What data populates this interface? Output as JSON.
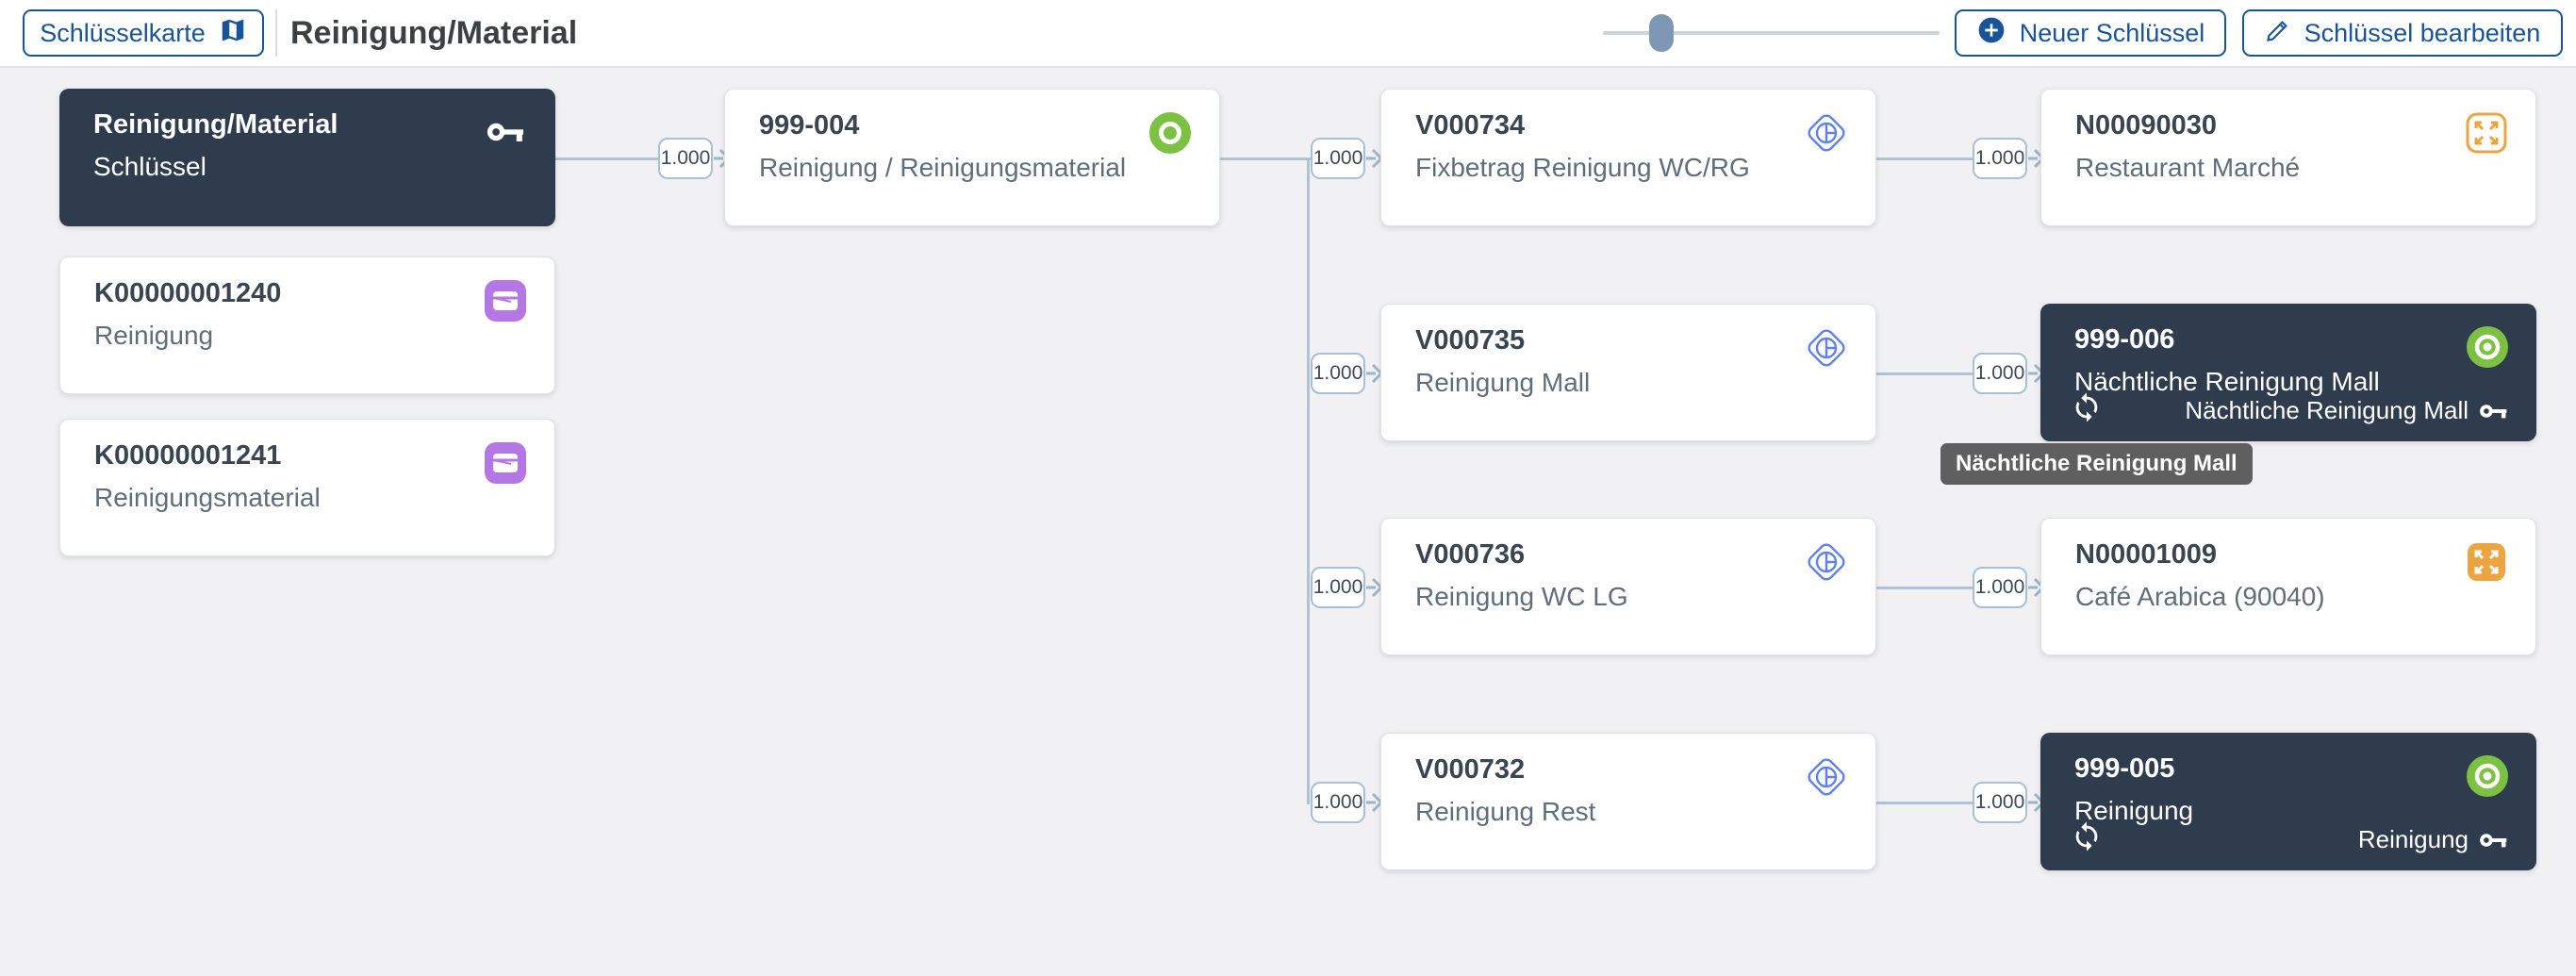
{
  "header": {
    "map_button": "Schlüsselkarte",
    "title": "Reinigung/Material",
    "new_key_button": "Neuer Schlüssel",
    "edit_key_button": "Schlüssel bearbeiten",
    "slider_value_hint": "zoom-slider"
  },
  "edge_label": "1.000",
  "tooltip": "Nächtliche Reinigung Mall",
  "colors": {
    "accent_blue": "#17549a",
    "dark_card": "#2e3c4e",
    "connector": "#b0c3d6",
    "green_target": "#7dc142",
    "purple_wallet": "#b577e6",
    "orange_expand": "#eba43f",
    "blue_distribution": "#6080ef",
    "tooltip_bg": "#5f5f5f",
    "canvas_bg": "#f1f1f3"
  },
  "icons": {
    "map": "map-icon",
    "add": "add-circle-icon",
    "edit": "edit-pencil-icon",
    "key": "key-icon",
    "sync": "sync-icon",
    "target": "target-icon",
    "wallet": "wallet-card-icon",
    "distribution": "distribution-diamond-icon",
    "expand": "expand-arrows-icon"
  },
  "nodes": [
    {
      "title": "Reinigung/Material",
      "subtitle": "Schlüssel",
      "style": "dark",
      "icon": "key"
    },
    {
      "title": "K00000001240",
      "subtitle": "Reinigung",
      "style": "light",
      "icon": "wallet"
    },
    {
      "title": "K00000001241",
      "subtitle": "Reinigungsmaterial",
      "style": "light",
      "icon": "wallet"
    },
    {
      "title": "999-004",
      "subtitle": "Reinigung / Reinigungsmaterial",
      "style": "light",
      "icon": "target"
    },
    {
      "title": "V000734",
      "subtitle": "Fixbetrag Reinigung WC/RG",
      "style": "light",
      "icon": "distribution"
    },
    {
      "title": "V000735",
      "subtitle": "Reinigung Mall",
      "style": "light",
      "icon": "distribution"
    },
    {
      "title": "V000736",
      "subtitle": "Reinigung WC LG",
      "style": "light",
      "icon": "distribution"
    },
    {
      "title": "V000732",
      "subtitle": "Reinigung Rest",
      "style": "light",
      "icon": "distribution"
    },
    {
      "title": "N00090030",
      "subtitle": "Restaurant Marché",
      "style": "light",
      "icon": "expand-outline"
    },
    {
      "title": "999-006",
      "subtitle": "Nächtliche Reinigung Mall",
      "footer": "Nächtliche Reinigung Mall",
      "style": "dark",
      "icon": "target"
    },
    {
      "title": "N00001009",
      "subtitle": "Café Arabica (90040)",
      "style": "light",
      "icon": "expand-filled"
    },
    {
      "title": "999-005",
      "subtitle": "Reinigung",
      "footer": "Reinigung",
      "style": "dark",
      "icon": "target"
    }
  ]
}
